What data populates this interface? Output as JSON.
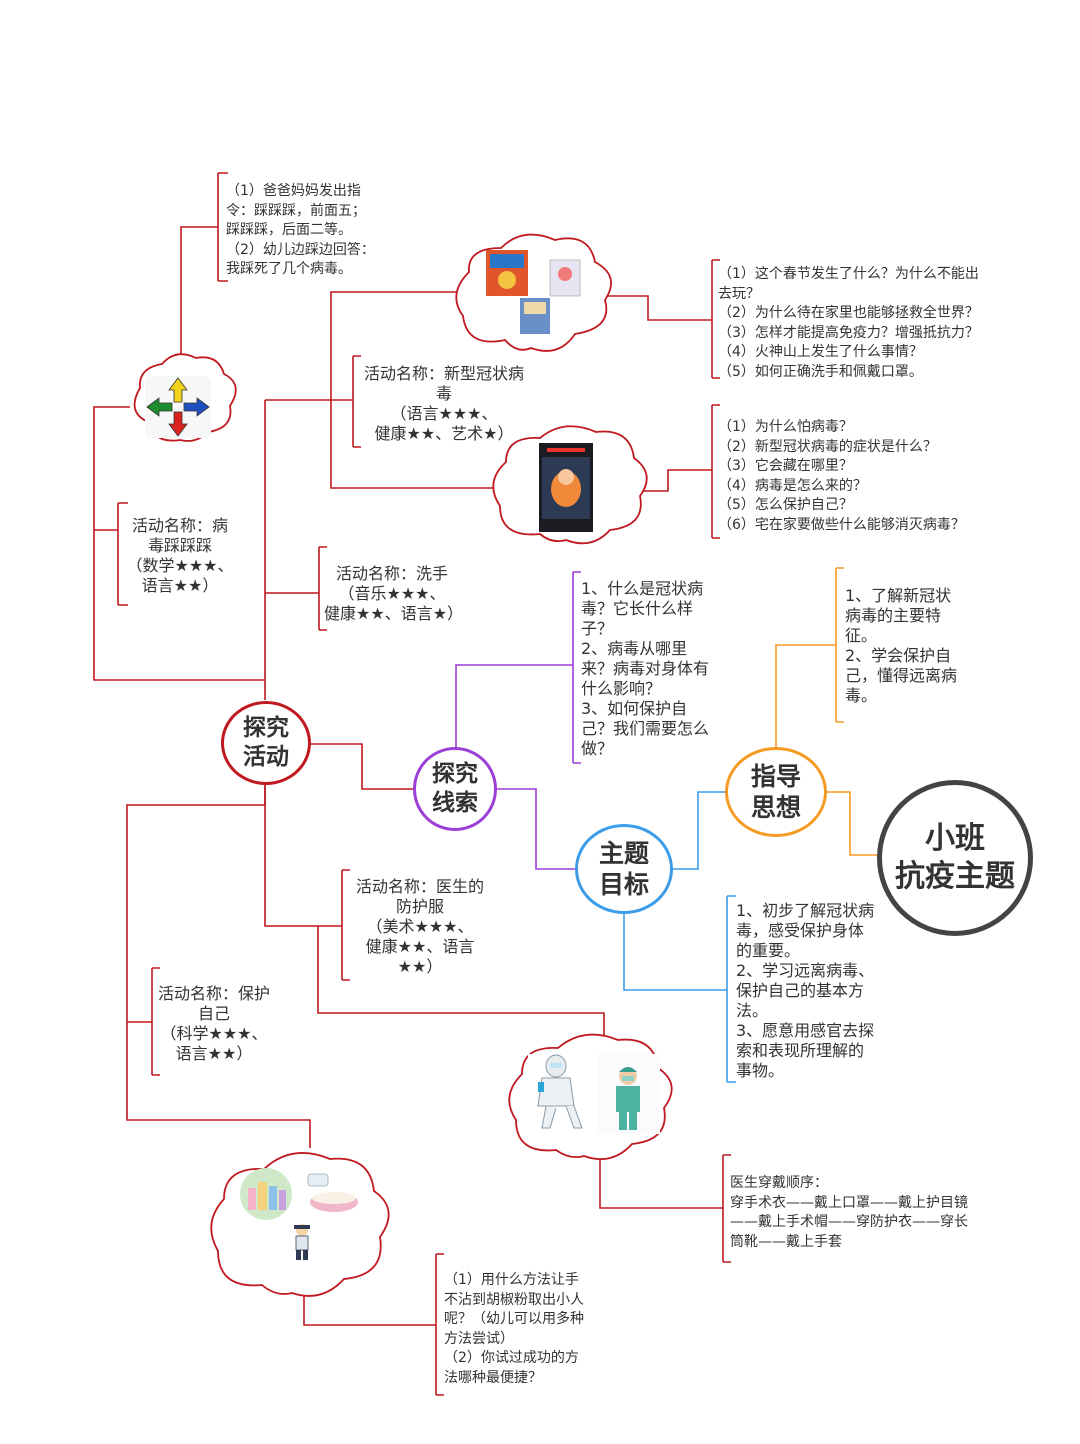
{
  "center": {
    "title": "小班\n抗疫主题",
    "color": "#444444"
  },
  "nodes": {
    "zhidao": {
      "label": "指导\n思想",
      "color": "#f59a23"
    },
    "zhuti": {
      "label": "主题\n目标",
      "color": "#3c9ce8"
    },
    "xiansuo": {
      "label": "探究\n线索",
      "color": "#9c3fd6"
    },
    "huodong": {
      "label": "探究\n活动",
      "color": "#c0191f"
    }
  },
  "zhidao_text": "1、了解新冠状\n病毒的主要特\n征。\n2、学会保护自\n己，懂得远离病\n毒。",
  "zhuti_text": "1、初步了解冠状病\n毒，感受保护身体\n的重要。\n2、学习远离病毒、\n保护自己的基本方\n法。\n3、愿意用感官去探\n索和表现所理解的\n事物。",
  "xiansuo_text": "1、什么是冠状病\n毒？它长什么样\n子？\n2、病毒从哪里\n来？病毒对身体有\n什么影响？\n3、如何保护自\n己？我们需要怎么\n做？",
  "activities": {
    "stomp": {
      "name": "活动名称：病\n毒踩踩踩\n（数学★★★、\n语言★★）",
      "detail": "（1）爸爸妈妈发出指\n令：踩踩踩，前面五；\n踩踩踩，后面二等。\n（2）幼儿边踩边回答：\n我踩死了几个病毒。",
      "icon": "four-way-arrows-icon"
    },
    "virus": {
      "name": "活动名称：新型冠状病\n毒\n（语言★★★、\n健康★★、艺术★）",
      "detail1": "（1）这个春节发生了什么？为什么不能出\n去玩？\n（2）为什么待在家里也能够拯救全世界？\n（3）怎样才能提高免疫力？增强抵抗力？\n（4）火神山上发生了什么事情？\n（5）如何正确洗手和佩戴口罩。",
      "detail2": "（1）为什么怕病毒？\n（2）新型冠状病毒的症状是什么？\n（3）它会藏在哪里？\n（4）病毒是怎么来的？\n（5）怎么保护自己？\n（6）宅在家要做些什么能够消灭病毒？",
      "img1": "picture-books-image",
      "img2": "phone-video-image"
    },
    "handwash": {
      "name": "活动名称：洗手\n（音乐★★★、\n健康★★、语言★）"
    },
    "doctor": {
      "name": "活动名称：医生的\n防护服\n（美术★★★、\n健康★★、语言\n★★）",
      "detail": "医生穿戴顺序：\n穿手术衣——戴上口罩——戴上护目镜\n——戴上手术帽——穿防护衣——穿长\n筒靴——戴上手套",
      "img": "doctor-protective-suit-image"
    },
    "protect": {
      "name": "活动名称：保护\n自己\n（科学★★★、\n语言★★）",
      "detail": "（1）用什么方法让手\n不沾到胡椒粉取出小人\n呢？（幼儿可以用多种\n方法尝试）\n（2）你试过成功的方\n法哪种最便捷？",
      "img": "pepper-experiment-image"
    }
  }
}
